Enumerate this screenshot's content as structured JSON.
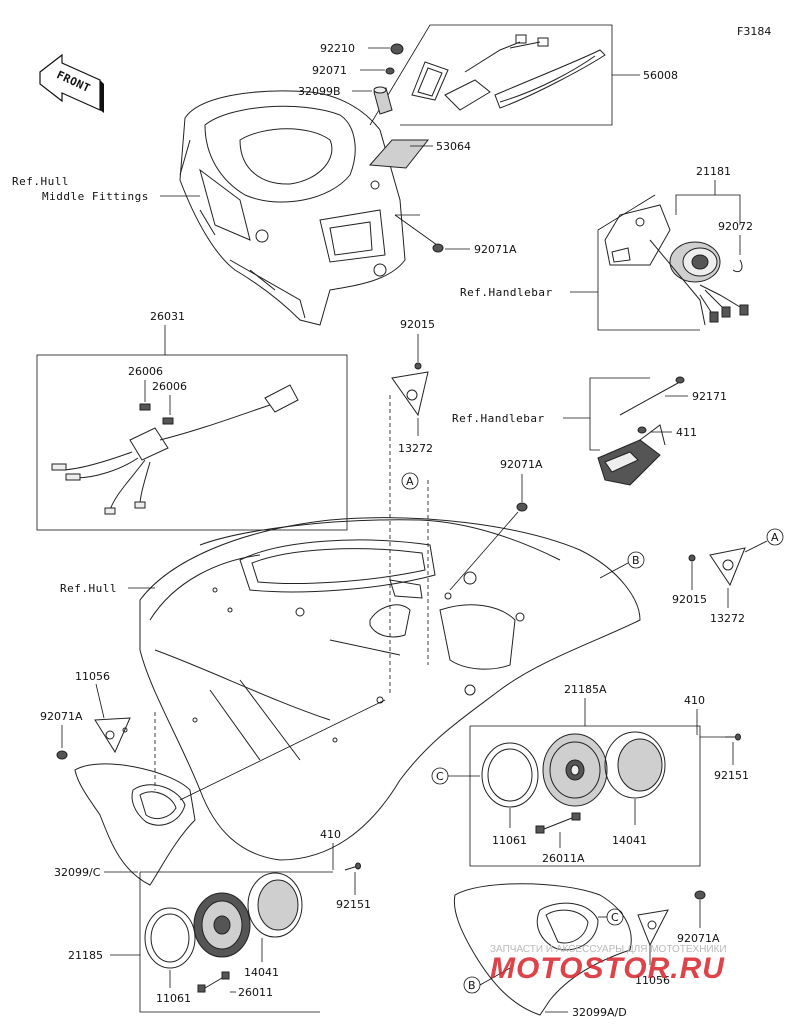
{
  "figure_code": "F3184",
  "front_label": "FRONT",
  "refs": {
    "hull_middle_line1": "Ref.Hull",
    "hull_middle_line2": "Middle Fittings",
    "handlebar_top": "Ref.Handlebar",
    "handlebar_mid": "Ref.Handlebar",
    "hull": "Ref.Hull"
  },
  "callouts": {
    "a1": "A",
    "a2": "A",
    "b1": "B",
    "b2": "B",
    "c1": "C",
    "c2": "C"
  },
  "parts": {
    "p92210": "92210",
    "p92071_top": "92071",
    "p32099b": "32099B",
    "p56008": "56008",
    "p53064": "53064",
    "p92071a_top": "92071A",
    "p21181": "21181",
    "p92072": "92072",
    "p26031": "26031",
    "p26006_a": "26006",
    "p26006_b": "26006",
    "p92015_top": "92015",
    "p13272_top": "13272",
    "p92171": "92171",
    "p411": "411",
    "p92071a_mid": "92071A",
    "p92015_right": "92015",
    "p13272_right": "13272",
    "p11056_left": "11056",
    "p92071a_left": "92071A",
    "p32099c": "32099/C",
    "p21185a": "21185A",
    "p410_right": "410",
    "p92151_right": "92151",
    "p11061_right": "11061",
    "p14041_right": "14041",
    "p26011a": "26011A",
    "p410_bottom": "410",
    "p92151_bottom": "92151",
    "p21185": "21185",
    "p14041_bottom": "14041",
    "p11061_bottom": "11061",
    "p26011": "26011",
    "p92071a_bottomright": "92071A",
    "p11056_right": "11056",
    "p32099ad": "32099A/D"
  },
  "watermark": {
    "line1": "ЗАПЧАСТИ И АКСЕССУАРЫ ДЛЯ МОТОТЕХНИКИ",
    "line2": "MOTOSTOR.RU"
  }
}
